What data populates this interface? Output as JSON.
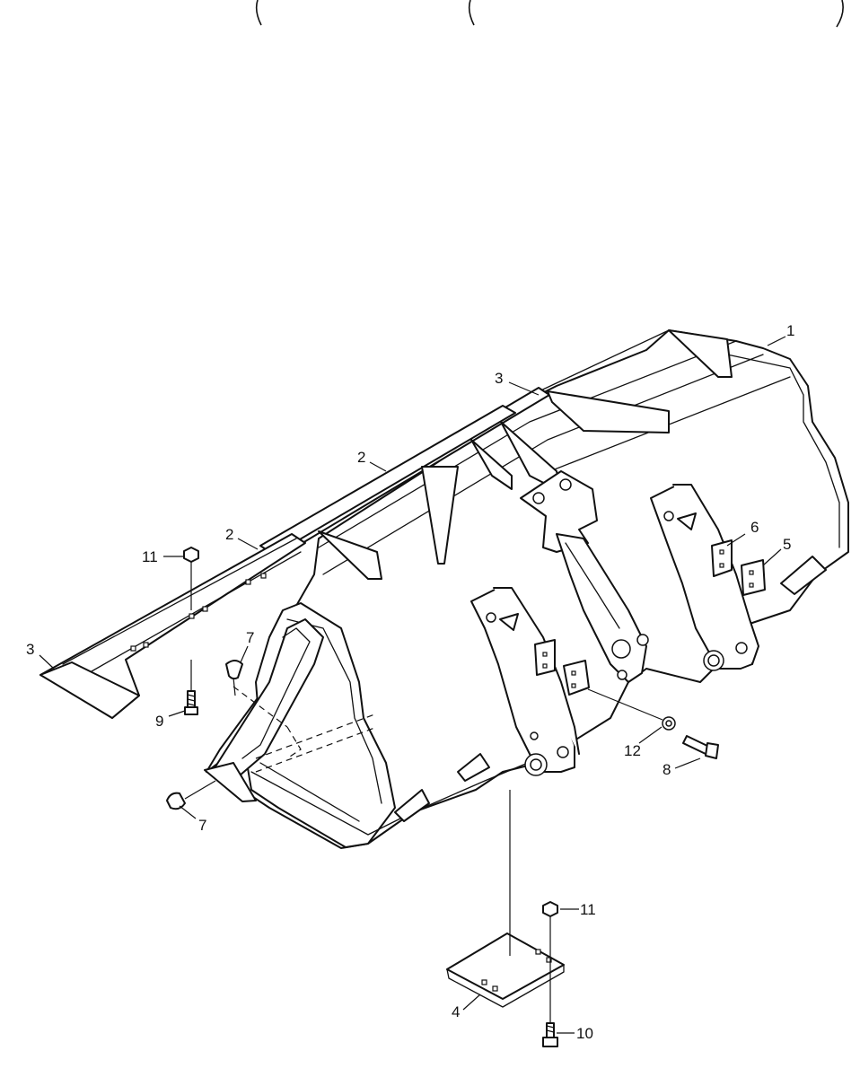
{
  "callouts": [
    {
      "id": "c1",
      "label": "1"
    },
    {
      "id": "c2a",
      "label": "2"
    },
    {
      "id": "c2b",
      "label": "2"
    },
    {
      "id": "c3a",
      "label": "3"
    },
    {
      "id": "c3b",
      "label": "3"
    },
    {
      "id": "c4",
      "label": "4"
    },
    {
      "id": "c5",
      "label": "5"
    },
    {
      "id": "c6",
      "label": "6"
    },
    {
      "id": "c7a",
      "label": "7"
    },
    {
      "id": "c7b",
      "label": "7"
    },
    {
      "id": "c8",
      "label": "8"
    },
    {
      "id": "c9",
      "label": "9"
    },
    {
      "id": "c10",
      "label": "10"
    },
    {
      "id": "c11a",
      "label": "11"
    },
    {
      "id": "c11b",
      "label": "11"
    },
    {
      "id": "c12",
      "label": "12"
    }
  ]
}
